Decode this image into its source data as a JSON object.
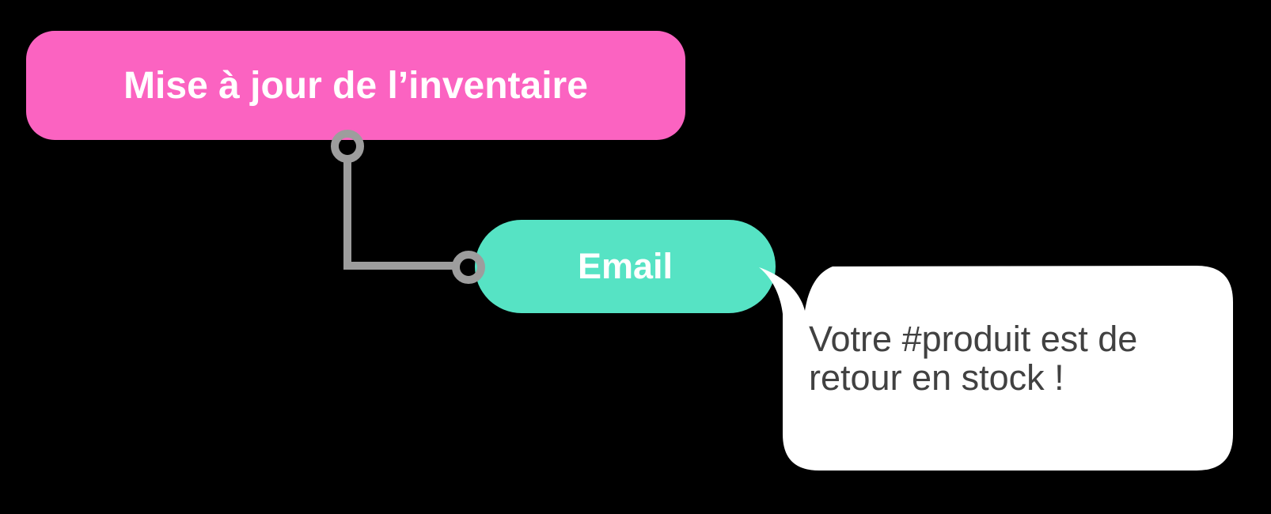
{
  "canvas": {
    "background_color": "#000000"
  },
  "flowchart": {
    "trigger_node": {
      "label": "Mise à jour de l’inventaire",
      "fill_color": "#FB63C1",
      "text_color": "#FFFFFF"
    },
    "action_node": {
      "label": "Email",
      "fill_color": "#56E3C4",
      "text_color": "#FFFFFF"
    },
    "connector": {
      "color": "#9D9D9D"
    },
    "message_bubble": {
      "lines": {
        "0": "Votre #produit est de",
        "1": "retour en stock !"
      },
      "fill_color": "#FFFFFF",
      "text_color": "#414141"
    }
  }
}
